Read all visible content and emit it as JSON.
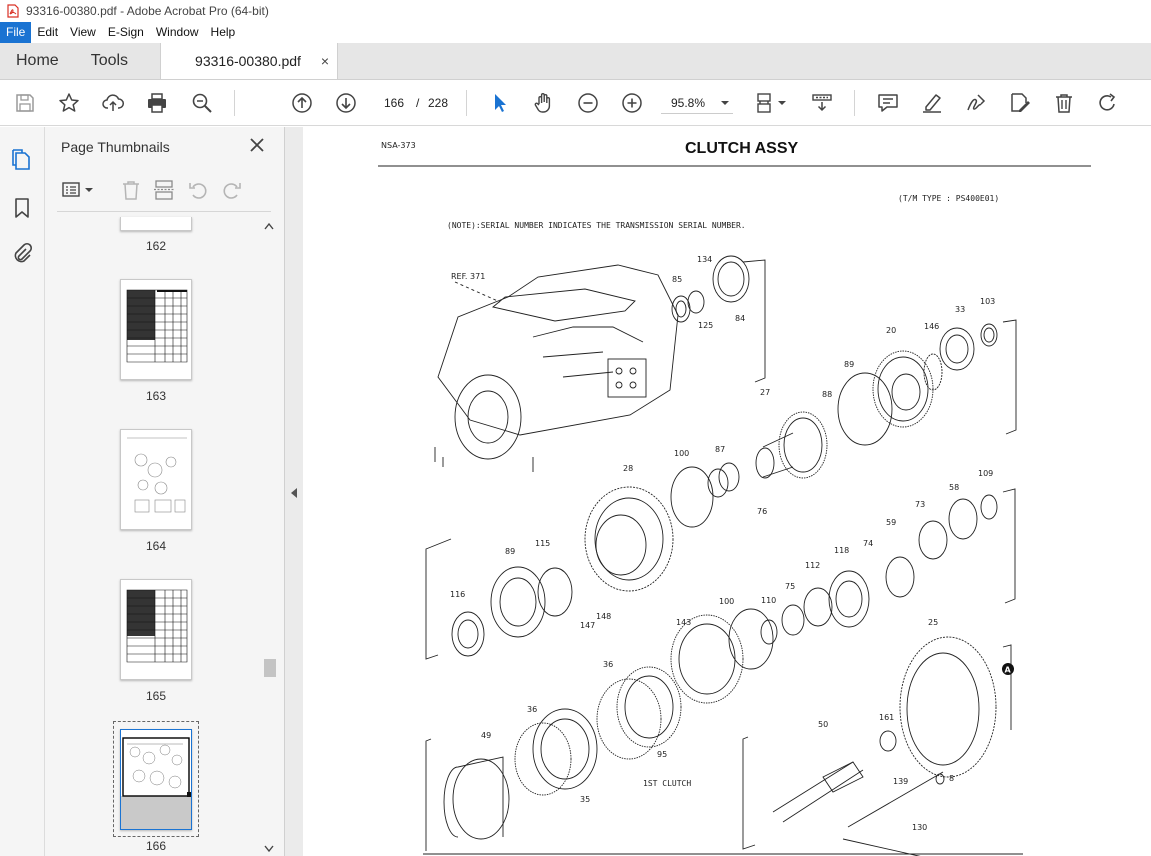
{
  "window": {
    "title": "93316-00380.pdf - Adobe Acrobat Pro (64-bit)"
  },
  "menu": [
    "File",
    "Edit",
    "View",
    "E-Sign",
    "Window",
    "Help"
  ],
  "tabs": {
    "home": "Home",
    "tools": "Tools",
    "document": "93316-00380.pdf",
    "close": "×"
  },
  "toolbar": {
    "page_current": "166",
    "page_sep": "/",
    "page_total": "228",
    "zoom": "95.8%"
  },
  "panel": {
    "title": "Page Thumbnails",
    "thumbnails": [
      {
        "label": "162"
      },
      {
        "label": "163"
      },
      {
        "label": "164"
      },
      {
        "label": "165"
      },
      {
        "label": "166",
        "selected": true
      }
    ]
  },
  "document": {
    "header_code": "NSA-373",
    "title": "CLUTCH ASSY",
    "tm_type": "(T/M TYPE : PS400E01)",
    "note": "(NOTE):SERIAL NUMBER INDICATES THE TRANSMISSION SERIAL NUMBER.",
    "ref": "REF. 371",
    "clutch_caption": "1ST CLUTCH",
    "marker": "A",
    "part_labels": [
      "85",
      "134",
      "125",
      "84",
      "103",
      "33",
      "20",
      "146",
      "89",
      "88",
      "27",
      "100",
      "87",
      "76",
      "28",
      "109",
      "58",
      "73",
      "59",
      "74",
      "118",
      "112",
      "115",
      "89",
      "75",
      "110",
      "100",
      "116",
      "148",
      "147",
      "143",
      "25",
      "36",
      "36",
      "95",
      "49",
      "35",
      "50",
      "161",
      "139",
      "8",
      "130"
    ]
  },
  "colors": {
    "accent": "#1a73d2",
    "pdf_red": "#d93025"
  }
}
